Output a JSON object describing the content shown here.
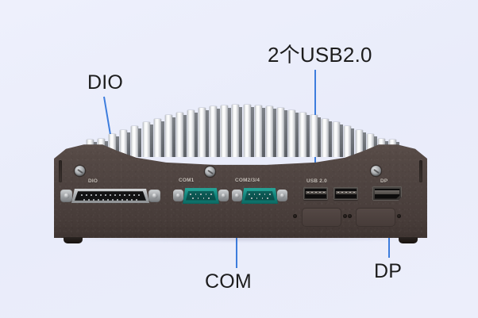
{
  "image": {
    "subject": "fanless-industrial-mini-pc-rear-io-panel",
    "background_color": "#eceefb",
    "chassis_color": "#4e4340",
    "heatsink_color": "#e8eaec",
    "serial_port_color": "#13867d",
    "callout_line_color": "#3d7ddd",
    "callout_text_color": "#1d1d1d"
  },
  "callouts": [
    {
      "id": "dio",
      "label": "DIO"
    },
    {
      "id": "usb",
      "label": "2个USB2.0"
    },
    {
      "id": "com",
      "label": "COM"
    },
    {
      "id": "dp",
      "label": "DP"
    }
  ],
  "panel_labels": {
    "dio": "DIO",
    "com1": "COM1",
    "com234": "COM2/3/4",
    "usb": "USB 2.0",
    "dp": "DP"
  },
  "ports": [
    {
      "name": "dio-db25-port",
      "silkscreen": "DIO",
      "type": "DB25"
    },
    {
      "name": "com1-serial-port",
      "silkscreen": "COM1",
      "type": "DE9"
    },
    {
      "name": "com234-serial-port",
      "silkscreen": "COM2/3/4",
      "type": "DE9"
    },
    {
      "name": "usb-port-1",
      "silkscreen": "USB 2.0",
      "type": "USB-A"
    },
    {
      "name": "usb-port-2",
      "silkscreen": "",
      "type": "USB-A"
    },
    {
      "name": "displayport-port",
      "silkscreen": "DP",
      "type": "DisplayPort"
    }
  ]
}
